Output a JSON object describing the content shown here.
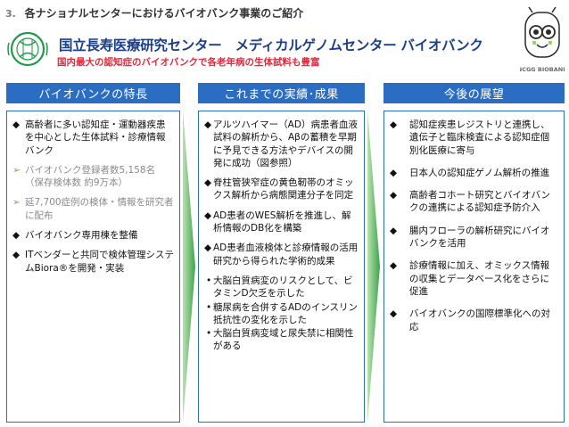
{
  "header": {
    "number": "3.",
    "section_text": "各ナショナルセンターにおけるバイオバンク事業のご紹介",
    "title": "国立長寿医療研究センター　メディカルゲノムセンター バイオバンク",
    "subtitle": "国内最大の認知症のバイオバンクで各老年病の生体試料も豊富",
    "logo_right_text": "NCGG BIOBANK"
  },
  "colors": {
    "accent_blue": "#2c6dc4",
    "title_blue": "#1c3f8a",
    "red": "#e8253a",
    "arrow_green": "#4caf50"
  },
  "columns": [
    {
      "heading": "バイオバンクの特長",
      "items": [
        {
          "marker": "◆",
          "text": "高齢者に多い認知症・運動器疾患を中心とした生体試料・診療情報バンク",
          "style": "normal"
        },
        {
          "marker": "➢",
          "text": "バイオバンク登録者数5,158名（保存検体数 約9万本）",
          "style": "gray"
        },
        {
          "marker": "➢",
          "text": "延7,700症例の検体・情報を研究者に配布",
          "style": "gray"
        },
        {
          "marker": "◆",
          "text": "バイオバンク専用棟を整備",
          "style": "normal"
        },
        {
          "marker": "◆",
          "text": "ITベンダーと共同で検体管理システムBiora®を開発・実装",
          "style": "normal"
        }
      ]
    },
    {
      "heading": "これまでの実績･成果",
      "items": [
        {
          "marker": "◆",
          "text": "アルツハイマー（AD）病患者血液試料の解析から、Aβの蓄積を早期に予見できる方法やデバイスの開発に成功（図参照）",
          "style": "normal"
        },
        {
          "marker": "◆",
          "text": "脊柱管狭窄症の黄色靭帯のオミックス解析から病態関連分子を同定",
          "style": "normal"
        },
        {
          "marker": "◆",
          "text": "AD患者のWES解析を推進し、解析情報のDB化を構築",
          "style": "normal"
        },
        {
          "marker": "◆",
          "text": "AD患者血液検体と診療情報の活用研究から得られた学術的成果",
          "style": "normal"
        },
        {
          "marker": "•",
          "text": "大脳白質病変のリスクとして、ビタミンD欠乏を示した",
          "style": "dot"
        },
        {
          "marker": "•",
          "text": "糖尿病を合併するADのインスリン抵抗性の変化を示した",
          "style": "dot"
        },
        {
          "marker": "•",
          "text": "大脳白質病変域と尿失禁に相関性がある",
          "style": "dot"
        }
      ]
    },
    {
      "heading": "今後の展望",
      "items": [
        {
          "marker": "◆",
          "text": "認知症疾患レジストリと連携し、遺伝子と臨床検査による認知症個別化医療に寄与",
          "style": "normal"
        },
        {
          "marker": "◆",
          "text": "日本人の認知症ゲノム解析の推進",
          "style": "normal"
        },
        {
          "marker": "◆",
          "text": "高齢者コホート研究とバイオバンクの連携による認知症予防介入",
          "style": "normal"
        },
        {
          "marker": "◆",
          "text": "腸内フローラの解析研究にバイオバンクを活用",
          "style": "normal"
        },
        {
          "marker": "◆",
          "text": "診療情報に加え、オミックス情報の収集とデータベース化をさらに促進",
          "style": "normal"
        },
        {
          "marker": "◆",
          "text": "バイオバンクの国際標準化への対応",
          "style": "normal"
        }
      ]
    }
  ]
}
